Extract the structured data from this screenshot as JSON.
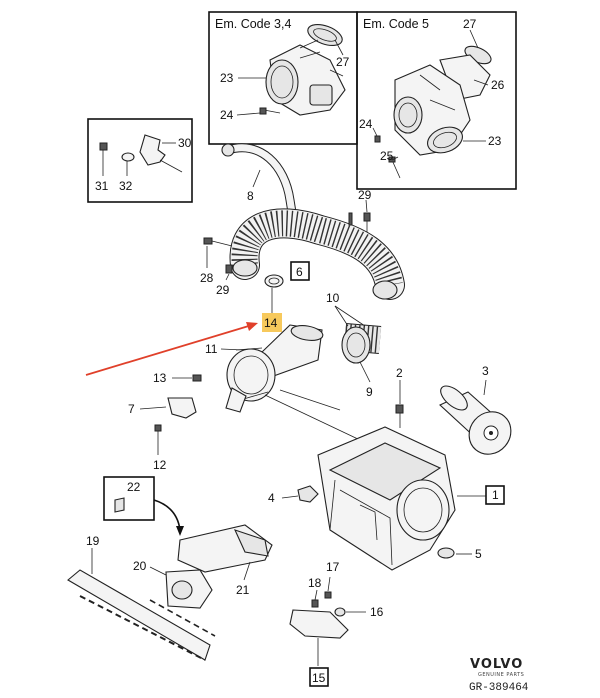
{
  "inset_boxes": {
    "em_code_34": "Em. Code 3,4",
    "em_code_5": "Em. Code 5"
  },
  "callouts": {
    "n1": "1",
    "n2": "2",
    "n3": "3",
    "n4": "4",
    "n5": "5",
    "n6": "6",
    "n7": "7",
    "n8": "8",
    "n9": "9",
    "n10": "10",
    "n11": "11",
    "n12": "12",
    "n13": "13",
    "n14": "14",
    "n15": "15",
    "n16": "16",
    "n17": "17",
    "n18": "18",
    "n19": "19",
    "n20": "20",
    "n21": "21",
    "n22": "22",
    "n23a": "23",
    "n24a": "24",
    "n27a": "27",
    "n23b": "23",
    "n24b": "24",
    "n25": "25",
    "n26": "26",
    "n27b": "27",
    "n28": "28",
    "n29a": "29",
    "n29b": "29",
    "n30": "30",
    "n31": "31",
    "n32": "32"
  },
  "highlight": {
    "label": "14",
    "color": "#f7c95c"
  },
  "arrow": {
    "color": "#e0402a"
  },
  "brand": {
    "name": "VOLVO",
    "sub": "GENUINE PARTS"
  },
  "reference": "GR-389464"
}
